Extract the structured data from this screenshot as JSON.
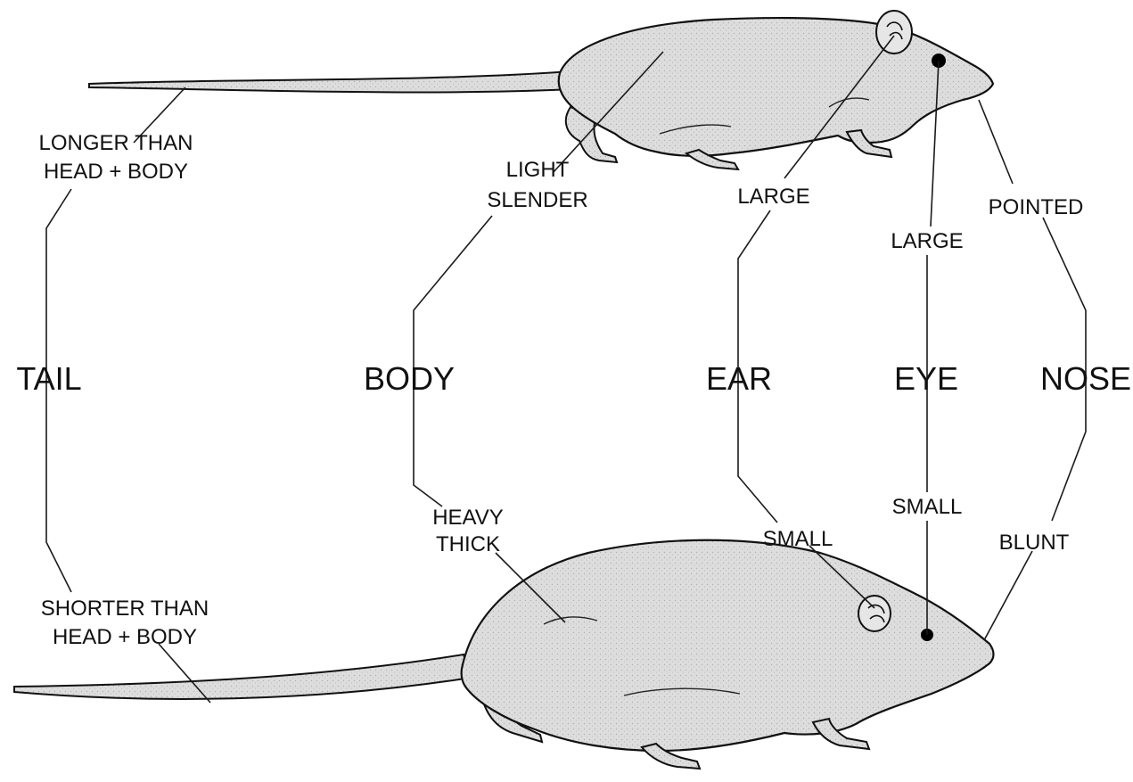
{
  "categories": {
    "tail": "TAIL",
    "body": "BODY",
    "ear": "EAR",
    "eye": "EYE",
    "nose": "NOSE"
  },
  "top_rat": {
    "tail_line1": "LONGER THAN",
    "tail_line2": "HEAD + BODY",
    "body_line1": "LIGHT",
    "body_line2": "SLENDER",
    "ear": "LARGE",
    "eye": "LARGE",
    "nose": "POINTED"
  },
  "bottom_rat": {
    "tail_line1": "SHORTER THAN",
    "tail_line2": "HEAD + BODY",
    "body_line1": "HEAVY",
    "body_line2": "THICK",
    "ear": "SMALL",
    "eye": "SMALL",
    "nose": "BLUNT"
  }
}
